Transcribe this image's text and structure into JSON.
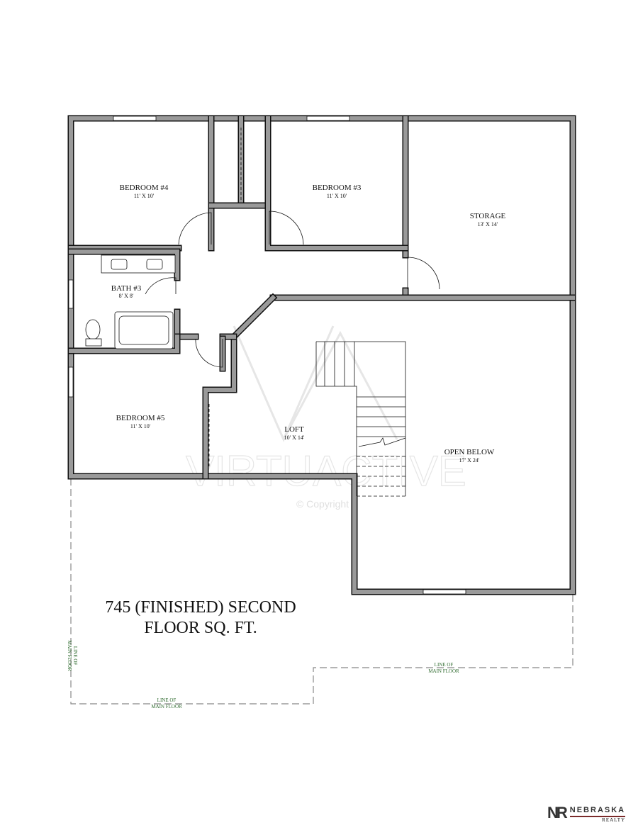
{
  "rooms": [
    {
      "name": "BEDROOM #4",
      "dims": "11' X 10'"
    },
    {
      "name": "BEDROOM #3",
      "dims": "11' X 10'"
    },
    {
      "name": "STORAGE",
      "dims": "13' X 14'"
    },
    {
      "name": "BATH #3",
      "dims": "8' X 8'"
    },
    {
      "name": "BEDROOM #5",
      "dims": "11' X 10'"
    },
    {
      "name": "LOFT",
      "dims": "10' X 14'"
    },
    {
      "name": "OPEN BELOW",
      "dims": "17' X 24'"
    }
  ],
  "area_label": {
    "line1": "745 (FINISHED) SECOND",
    "line2": "FLOOR SQ. FT."
  },
  "main_floor_labels": [
    {
      "line1": "LINE OF",
      "line2": "MAIN FLOOR"
    },
    {
      "line1": "LINE OF",
      "line2": "MAIN FLOOR"
    },
    {
      "line1": "LINE OF",
      "line2": "MAIN FLOOR"
    }
  ],
  "watermark": {
    "text": "VIRTUACTIVE",
    "copyright": "© Copyright"
  },
  "logo": {
    "mark": "NR",
    "name": "NEBRASKA",
    "sub": "REALTY"
  },
  "colors": {
    "wall": "#9a9a9a",
    "line_of_main_floor": "#2e6b2e"
  }
}
